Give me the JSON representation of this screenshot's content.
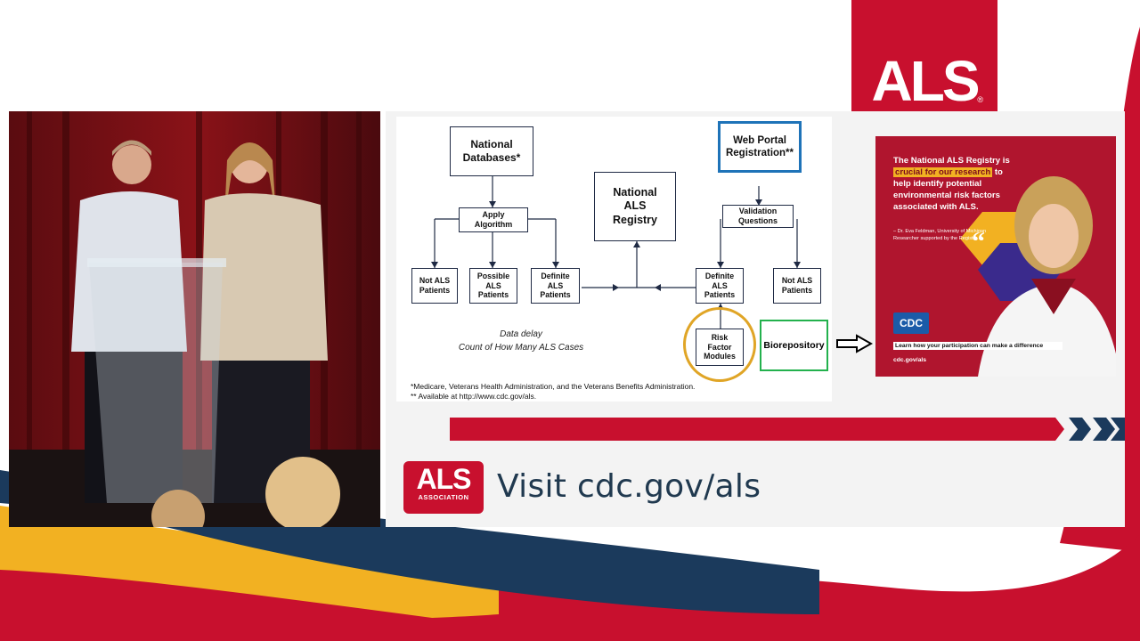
{
  "header": {
    "logo_text": "ALS",
    "logo_mark": "®"
  },
  "diagram": {
    "nodes": {
      "national_databases": "National\nDatabases*",
      "apply_algorithm": "Apply\nAlgorithm",
      "national_als_registry": "National\nALS\nRegistry",
      "web_portal": "Web Portal\nRegistration**",
      "validation_questions": "Validation\nQuestions",
      "not_als_left": "Not ALS\nPatients",
      "possible_als": "Possible\nALS\nPatients",
      "definite_als_left": "Definite\nALS\nPatients",
      "definite_als_right": "Definite\nALS\nPatients",
      "not_als_right": "Not ALS\nPatients",
      "risk_factor": "Risk\nFactor\nModules"
    },
    "note_line1": "Data delay",
    "note_line2": "Count of How Many ALS Cases",
    "footnote1": "*Medicare, Veterans Health Administration, and the Veterans Benefits Administration.",
    "footnote2": "** Available at http://www.cdc.gov/als.",
    "biorepository": "Biorepository"
  },
  "flyer": {
    "quote_pre": "The National ALS Registry is",
    "quote_highlight": "crucial for our research",
    "quote_post": "to help identify potential environmental risk factors associated with ALS.",
    "attribution": "– Dr. Eva Feldman, University of Michigan Researcher supported by the Registry",
    "cdc_logo": "CDC",
    "cta": "Learn how your participation can make a difference",
    "url": "cdc.gov/als",
    "colors": {
      "background": "#b0152e",
      "highlight": "#f2b122",
      "hexagon": "#3a2a8c"
    }
  },
  "footer": {
    "logo_big": "ALS",
    "logo_small": "ASSOCIATION",
    "visit_text": "Visit cdc.gov/als"
  },
  "colors": {
    "brand_red": "#c8102e",
    "navy": "#1b3a5c",
    "gold": "#f2b122",
    "green": "#23b14d"
  }
}
